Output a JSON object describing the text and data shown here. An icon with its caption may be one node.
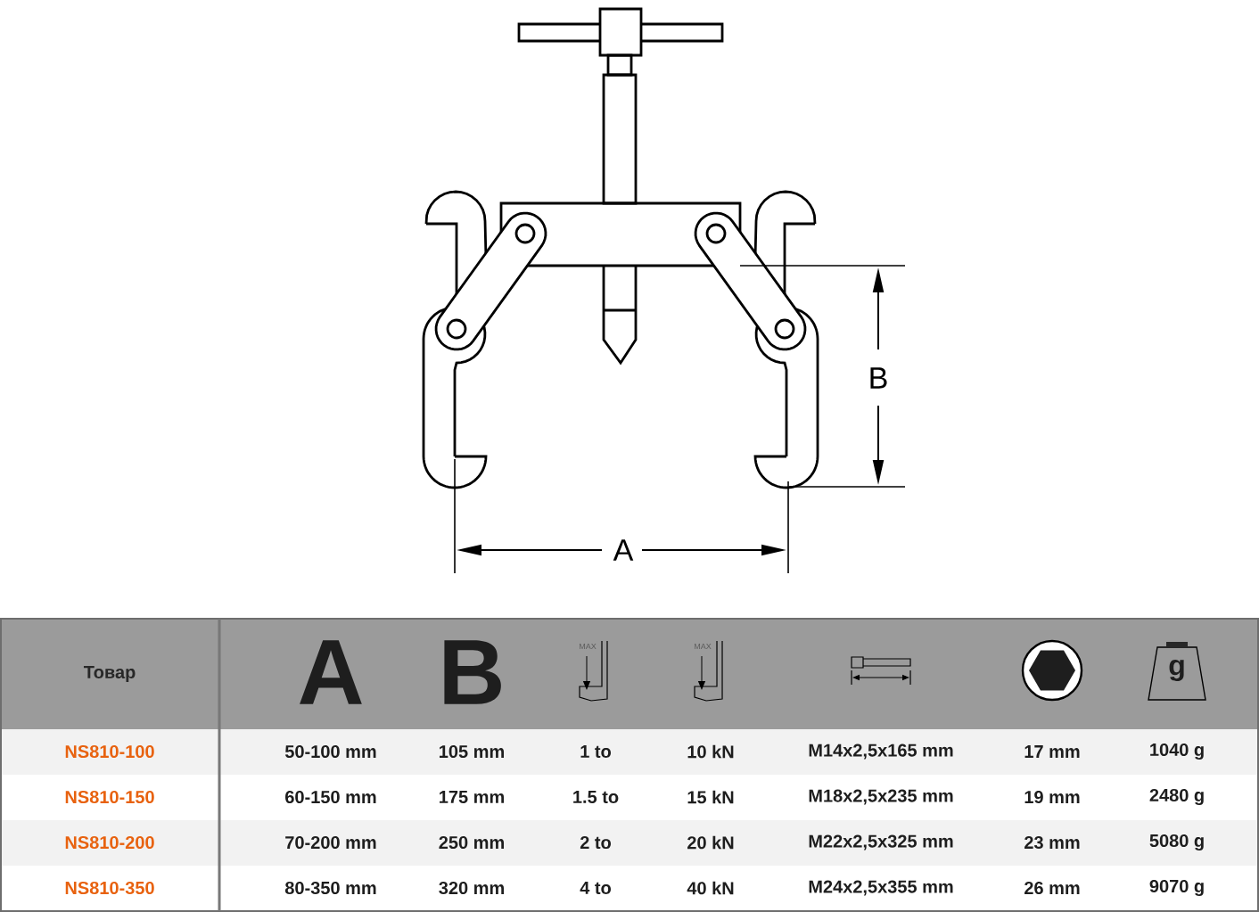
{
  "diagram": {
    "labels": [
      "B",
      "A",
      "Товар",
      "A",
      "B",
      "MAX",
      "MAX",
      "g",
      "NS810-100",
      "50-100 mm",
      "105 mm",
      "1 to",
      "10 kN",
      "M14x2,5x165 mm",
      "17 mm",
      "1040 g",
      "NS810-150",
      "60-150 mm",
      "175 mm",
      "1.5 to",
      "15 kN",
      "M18x2,5x235 mm",
      "19 mm",
      "2480 g",
      "NS810-200",
      "70-200 mm",
      "250 mm",
      "2 to",
      "20 kN",
      "M22x2,5x325 mm",
      "23 mm",
      "5080 g",
      "NS810-350",
      "80-350 mm",
      "320 mm",
      "4 to",
      "40 kN",
      "M24x2,5x355 mm",
      "26 mm",
      "9070 g"
    ]
  }
}
